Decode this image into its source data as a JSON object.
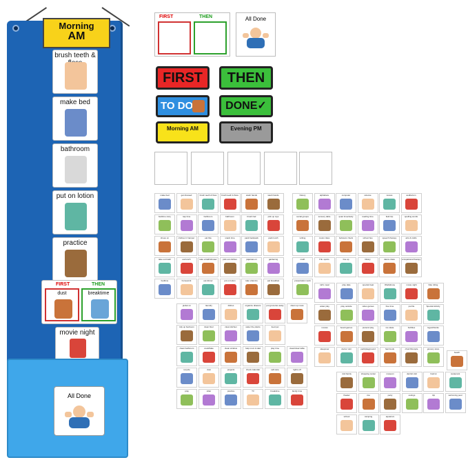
{
  "chart": {
    "header": {
      "line1": "Morning",
      "line2": "AM"
    },
    "cards": [
      {
        "label": "brush teeth & floss",
        "icon": "toothbrush-icon",
        "color": "#f3c59b"
      },
      {
        "label": "make bed",
        "icon": "bed-icon",
        "color": "#6b8cc9"
      },
      {
        "label": "bathroom",
        "icon": "toilet-icon",
        "color": "#d9d9d9"
      },
      {
        "label": "put on lotion",
        "icon": "lotion-icon",
        "color": "#5fb6a3"
      },
      {
        "label": "practice",
        "icon": "sports-balls-icon",
        "color": "#9a6b3c"
      }
    ],
    "first_then_card": {
      "first": "FIRST",
      "then": "THEN",
      "first_item": "dust",
      "then_item": "breaktime"
    },
    "last_card": {
      "label": "movie night",
      "icon": "popcorn-icon",
      "color": "#d9453a"
    },
    "pocket_card": {
      "label": "All Done",
      "icon": "all-done-hands-icon"
    }
  },
  "first_then_board": {
    "first": "FIRST",
    "then": "THEN"
  },
  "all_done_small": {
    "label": "All Done"
  },
  "strips": [
    {
      "text": "FIRST",
      "bg": "#e82626",
      "fg": "#111111"
    },
    {
      "text": "THEN",
      "bg": "#3bbf3b",
      "fg": "#111111"
    },
    {
      "text": "TO DO",
      "bg": "#2f8fe0",
      "fg": "#ffffff"
    },
    {
      "text": "DONE✓",
      "bg": "#3bbf3b",
      "fg": "#111111"
    },
    {
      "text": "Morning AM",
      "bg": "#f8e21a",
      "fg": "#111111"
    },
    {
      "text": "Evening PM",
      "bg": "#9a9a9a",
      "fg": "#111111"
    }
  ],
  "sticker_sheets": {
    "sheet1": {
      "rows": [
        [
          "make bed",
          "get dressed",
          "brush teeth & floss",
          "brush teeth & floss",
          "wash hands",
          "wash hands"
        ],
        [
          "bedtime story",
          "nap time",
          "bathroom",
          "bathroom",
          "brush hair",
          "pick up toys"
        ],
        [
          "shoes on",
          "clothes in hamper",
          "eat bite",
          "snack time",
          "pack backpack",
          "pack lunch"
        ],
        [
          "take out trash",
          "eat lunch",
          "take a bath/shower",
          "pick out clothes",
          "pajamas on",
          "gardening"
        ],
        [
          "bedtime",
          "homework",
          "eat dinner",
          "put on lotion",
          "take vitamins",
          "eat breakfast"
        ]
      ]
    },
    "sheet2": {
      "rows": [
        [
          "history",
          "alphabets",
          "computer",
          "science",
          "recess",
          "auditorium"
        ],
        [
          "social groups",
          "sensory table",
          "quiet time/study",
          "reading time",
          "field trip",
          "spelling words"
        ],
        [
          "writing",
          "music class",
          "behavior check",
          "school bus",
          "speech therapy",
          "arts & crafts"
        ],
        [
          "math",
          "P.E. sports",
          "line up",
          "library",
          "dance class",
          "occupational therapy"
        ],
        [
          "presentation work",
          "",
          "",
          "",
          "",
          ""
        ]
      ]
    },
    "sheet3": {
      "rows": [
        [
          "kid's meal",
          "play date",
          "special treat",
          "iPad/phone",
          "movie night",
          "bike riding"
        ],
        [
          "water play",
          "play outside",
          "video games",
          "free time",
          "puzzle",
          "Special Activity"
        ],
        [
          "movies",
          "board games",
          "pretend play",
          "ice skate",
          "bubbles",
          "legos/blocks"
        ],
        [
          "sleepover",
          "doctor visit",
          "park/playground",
          "fast foods",
          "church/temple",
          "grocery store"
        ]
      ]
    },
    "sheet4": {
      "rows": [
        [
          "jacket on",
          "laundry",
          "dishes",
          "organize drawers",
          "put groceries away",
          "clean up mess"
        ],
        [
          "tidy up bedroom",
          "clean floor",
          "clean kitchen",
          "water the plants",
          "feed pet"
        ],
        [
          "clean bathroom",
          "cook/bake",
          "clean window",
          "help mom & dad",
          "play time",
          "clean/clear table"
        ],
        [
          "recycle",
          "dust",
          "projects",
          "check calendar",
          "self-care",
          "lights off"
        ],
        [
          "pray",
          "sitter",
          "practice",
          "TV",
          "breaktime",
          "family time"
        ]
      ]
    },
    "sheet5": {
      "rows": [
        [
          "beach"
        ],
        [
          "visit family",
          "shopping center",
          "museum",
          "dentist visit",
          "haircut",
          "restaurant"
        ],
        [
          "theater",
          "zoo",
          "party",
          "outings",
          "trip",
          "swimming pool"
        ],
        [
          "school",
          "camping",
          "aquarium"
        ]
      ]
    }
  }
}
